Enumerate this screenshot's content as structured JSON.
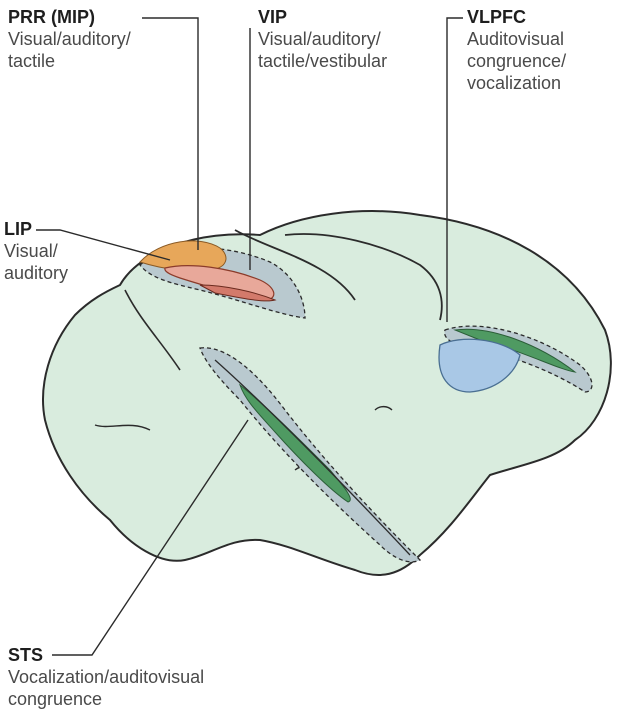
{
  "labels": {
    "prr": {
      "name": "PRR (MIP)",
      "desc": "Visual/auditory/\ntactile"
    },
    "vip": {
      "name": "VIP",
      "desc": "Visual/auditory/\ntactile/vestibular"
    },
    "vlpfc": {
      "name": "VLPFC",
      "desc": "Auditovisual\ncongruence/\nvocalization"
    },
    "lip": {
      "name": "LIP",
      "desc": "Visual/\nauditory"
    },
    "sts": {
      "name": "STS",
      "desc": "Vocalization/auditovisual\ncongruence"
    }
  },
  "colors": {
    "brain_fill": "#d9ecde",
    "outline": "#2b2b2b",
    "sulcus_shade": "#b9c9cf",
    "prr_orange": "#e7a75a",
    "lip_pink": "#e8a89a",
    "vlpfc_blue": "#a9c8e6",
    "sts_green": "#4f9a62"
  }
}
